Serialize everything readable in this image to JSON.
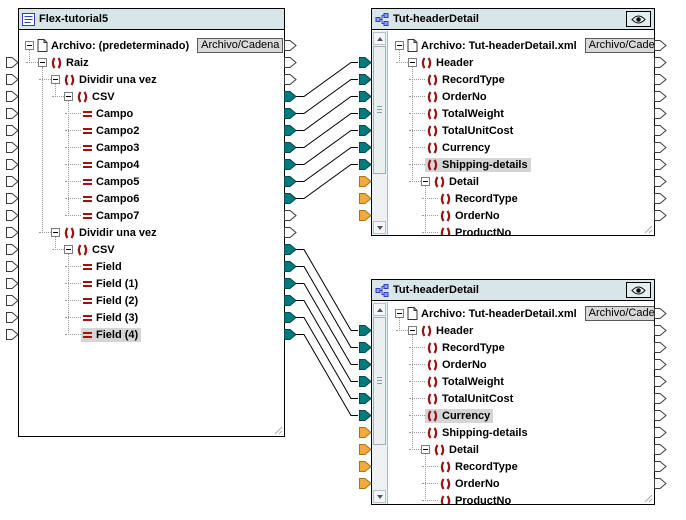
{
  "colors": {
    "titlebar_bg": "#d9e6e9",
    "panel_border": "#000000",
    "node_icon_red": "#9b1414",
    "connector_teal_fill": "#007a7d",
    "connector_teal_border": "#004b4e",
    "connector_orange_fill": "#f3a93c",
    "connector_orange_border": "#a97614",
    "connector_white_fill": "#ffffff",
    "connector_white_border": "#3c3c3c",
    "selection_bg": "#d5d5d5",
    "wire": "#000000",
    "tree_line": "#9a9a9a",
    "title_icon_blue": "#2f3fbf"
  },
  "panels": [
    {
      "id": "left",
      "title": "Flex-tutorial5",
      "title_icon": "document-list-icon",
      "eye": false,
      "nodes": [
        {
          "label": "Archivo: (predeterminado)",
          "level": 0,
          "icon": "file",
          "expand": true,
          "button": "Archivo/Cadena",
          "in": null,
          "out": "white"
        },
        {
          "label": "Raiz",
          "level": 1,
          "icon": "element",
          "expand": true,
          "in": "white",
          "out": "white"
        },
        {
          "label": "Dividir una vez",
          "level": 2,
          "icon": "element",
          "expand": true,
          "in": "white",
          "out": "white"
        },
        {
          "label": "CSV",
          "level": 3,
          "icon": "element",
          "expand": true,
          "in": "white",
          "out": "teal"
        },
        {
          "label": "Campo",
          "level": 4,
          "icon": "field",
          "expand": false,
          "in": "white",
          "out": "teal"
        },
        {
          "label": "Campo2",
          "level": 4,
          "icon": "field",
          "expand": false,
          "in": "white",
          "out": "teal"
        },
        {
          "label": "Campo3",
          "level": 4,
          "icon": "field",
          "expand": false,
          "in": "white",
          "out": "teal"
        },
        {
          "label": "Campo4",
          "level": 4,
          "icon": "field",
          "expand": false,
          "in": "white",
          "out": "teal"
        },
        {
          "label": "Campo5",
          "level": 4,
          "icon": "field",
          "expand": false,
          "in": "white",
          "out": "teal"
        },
        {
          "label": "Campo6",
          "level": 4,
          "icon": "field",
          "expand": false,
          "in": "white",
          "out": "teal"
        },
        {
          "label": "Campo7",
          "level": 4,
          "icon": "field",
          "expand": false,
          "in": "white",
          "out": "white"
        },
        {
          "label": "Dividir una vez",
          "level": 2,
          "icon": "element",
          "expand": true,
          "in": "white",
          "out": "white"
        },
        {
          "label": "CSV",
          "level": 3,
          "icon": "element",
          "expand": true,
          "in": "white",
          "out": "teal"
        },
        {
          "label": "Field",
          "level": 4,
          "icon": "field",
          "expand": false,
          "in": "white",
          "out": "teal"
        },
        {
          "label": "Field (1)",
          "level": 4,
          "icon": "field",
          "expand": false,
          "in": "white",
          "out": "teal"
        },
        {
          "label": "Field (2)",
          "level": 4,
          "icon": "field",
          "expand": false,
          "in": "white",
          "out": "teal"
        },
        {
          "label": "Field (3)",
          "level": 4,
          "icon": "field",
          "expand": false,
          "in": "white",
          "out": "teal"
        },
        {
          "label": "Field (4)",
          "level": 4,
          "icon": "field",
          "expand": false,
          "in": "white",
          "out": "teal",
          "selected": true
        }
      ]
    },
    {
      "id": "top_right",
      "title": "Tut-headerDetail",
      "title_icon": "schema-icon",
      "eye": true,
      "nodes": [
        {
          "label": "Archivo: Tut-headerDetail.xml",
          "level": 0,
          "icon": "file",
          "expand": true,
          "button": "Archivo/Cadena",
          "in": null,
          "out": "white"
        },
        {
          "label": "Header",
          "level": 1,
          "icon": "element",
          "expand": true,
          "in": "teal",
          "out": "white"
        },
        {
          "label": "RecordType",
          "level": 2,
          "icon": "element",
          "expand": false,
          "in": "teal",
          "out": "white"
        },
        {
          "label": "OrderNo",
          "level": 2,
          "icon": "element",
          "expand": false,
          "in": "teal",
          "out": "white"
        },
        {
          "label": "TotalWeight",
          "level": 2,
          "icon": "element",
          "expand": false,
          "in": "teal",
          "out": "white"
        },
        {
          "label": "TotalUnitCost",
          "level": 2,
          "icon": "element",
          "expand": false,
          "in": "teal",
          "out": "white"
        },
        {
          "label": "Currency",
          "level": 2,
          "icon": "element",
          "expand": false,
          "in": "teal",
          "out": "white"
        },
        {
          "label": "Shipping-details",
          "level": 2,
          "icon": "element",
          "expand": false,
          "in": "teal",
          "out": "white",
          "selected": true
        },
        {
          "label": "Detail",
          "level": 2,
          "icon": "element",
          "expand": true,
          "in": "orange",
          "out": "white"
        },
        {
          "label": "RecordType",
          "level": 3,
          "icon": "element",
          "expand": false,
          "in": "orange",
          "out": "white"
        },
        {
          "label": "OrderNo",
          "level": 3,
          "icon": "element",
          "expand": false,
          "in": "orange",
          "out": "white"
        },
        {
          "label": "ProductNo",
          "level": 3,
          "icon": "element",
          "expand": false,
          "in": null,
          "out": null
        }
      ]
    },
    {
      "id": "bottom_right",
      "title": "Tut-headerDetail",
      "title_icon": "schema-icon",
      "eye": true,
      "nodes": [
        {
          "label": "Archivo: Tut-headerDetail.xml",
          "level": 0,
          "icon": "file",
          "expand": true,
          "button": "Archivo/Cadena",
          "in": null,
          "out": "white"
        },
        {
          "label": "Header",
          "level": 1,
          "icon": "element",
          "expand": true,
          "in": "teal",
          "out": "white"
        },
        {
          "label": "RecordType",
          "level": 2,
          "icon": "element",
          "expand": false,
          "in": "teal",
          "out": "white"
        },
        {
          "label": "OrderNo",
          "level": 2,
          "icon": "element",
          "expand": false,
          "in": "teal",
          "out": "white"
        },
        {
          "label": "TotalWeight",
          "level": 2,
          "icon": "element",
          "expand": false,
          "in": "teal",
          "out": "white"
        },
        {
          "label": "TotalUnitCost",
          "level": 2,
          "icon": "element",
          "expand": false,
          "in": "teal",
          "out": "white"
        },
        {
          "label": "Currency",
          "level": 2,
          "icon": "element",
          "expand": false,
          "in": "teal",
          "out": "white",
          "selected": true
        },
        {
          "label": "Shipping-details",
          "level": 2,
          "icon": "element",
          "expand": false,
          "in": "orange",
          "out": "white"
        },
        {
          "label": "Detail",
          "level": 2,
          "icon": "element",
          "expand": true,
          "in": "orange",
          "out": "white"
        },
        {
          "label": "RecordType",
          "level": 3,
          "icon": "element",
          "expand": false,
          "in": "orange",
          "out": "white"
        },
        {
          "label": "OrderNo",
          "level": 3,
          "icon": "element",
          "expand": false,
          "in": "orange",
          "out": "white"
        },
        {
          "label": "ProductNo",
          "level": 3,
          "icon": "element",
          "expand": false,
          "in": null,
          "out": null
        }
      ]
    }
  ],
  "connections": [
    {
      "from_panel": "left",
      "from": 3,
      "to_panel": "top_right",
      "to": 1
    },
    {
      "from_panel": "left",
      "from": 4,
      "to_panel": "top_right",
      "to": 2
    },
    {
      "from_panel": "left",
      "from": 5,
      "to_panel": "top_right",
      "to": 3
    },
    {
      "from_panel": "left",
      "from": 6,
      "to_panel": "top_right",
      "to": 4
    },
    {
      "from_panel": "left",
      "from": 7,
      "to_panel": "top_right",
      "to": 5
    },
    {
      "from_panel": "left",
      "from": 8,
      "to_panel": "top_right",
      "to": 6
    },
    {
      "from_panel": "left",
      "from": 9,
      "to_panel": "top_right",
      "to": 7
    },
    {
      "from_panel": "left",
      "from": 12,
      "to_panel": "bottom_right",
      "to": 1
    },
    {
      "from_panel": "left",
      "from": 13,
      "to_panel": "bottom_right",
      "to": 2
    },
    {
      "from_panel": "left",
      "from": 14,
      "to_panel": "bottom_right",
      "to": 3
    },
    {
      "from_panel": "left",
      "from": 15,
      "to_panel": "bottom_right",
      "to": 4
    },
    {
      "from_panel": "left",
      "from": 16,
      "to_panel": "bottom_right",
      "to": 5
    },
    {
      "from_panel": "left",
      "from": 17,
      "to_panel": "bottom_right",
      "to": 6
    }
  ]
}
